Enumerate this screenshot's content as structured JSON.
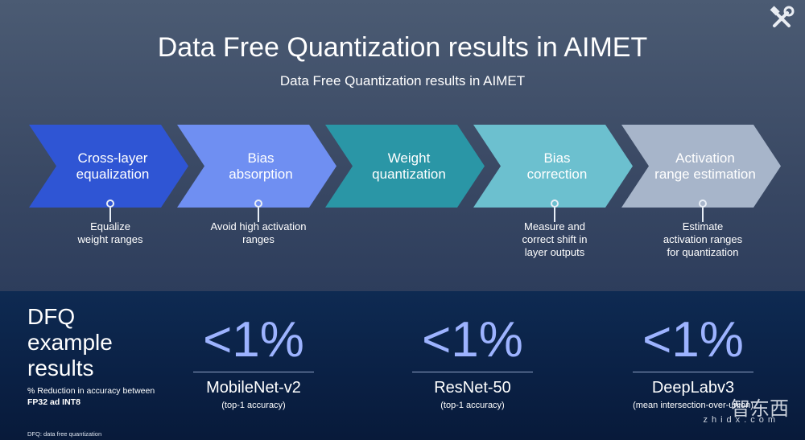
{
  "slide": {
    "title": "Data Free Quantization results in AIMET",
    "subtitle": "Data Free Quantization results in AIMET"
  },
  "steps": [
    {
      "label": "Cross-layer\nequalization",
      "note": "Equalize\nweight ranges",
      "color": "#2f55d4",
      "has_note": true
    },
    {
      "label": "Bias\nabsorption",
      "note": "Avoid high activation\nranges",
      "color": "#6f8ff2",
      "has_note": true
    },
    {
      "label": "Weight\nquantization",
      "note": "",
      "color": "#2a96a6",
      "has_note": false
    },
    {
      "label": "Bias\ncorrection",
      "note": "Measure and\ncorrect shift in\nlayer outputs",
      "color": "#6cc0cf",
      "has_note": true
    },
    {
      "label": "Activation\nrange estimation",
      "note": "Estimate\nactivation ranges\nfor quantization",
      "color": "#a7b5ca",
      "has_note": true
    }
  ],
  "results": {
    "heading": "DFQ\nexample\nresults",
    "caption_normal": "% Reduction in accuracy between",
    "caption_bold": "FP32 ad INT8",
    "footnote": "DFQ: data free quantization",
    "items": [
      {
        "value": "<1%",
        "model": "MobileNet-v2",
        "metric": "(top-1 accuracy)"
      },
      {
        "value": "<1%",
        "model": "ResNet-50",
        "metric": "(top-1 accuracy)"
      },
      {
        "value": "<1%",
        "model": "DeepLabv3",
        "metric": "(mean intersection-over-union)"
      }
    ]
  },
  "watermark": {
    "text": "智东西",
    "sub": "zhidx.com"
  },
  "icons": {
    "corner": "tools-icon"
  }
}
